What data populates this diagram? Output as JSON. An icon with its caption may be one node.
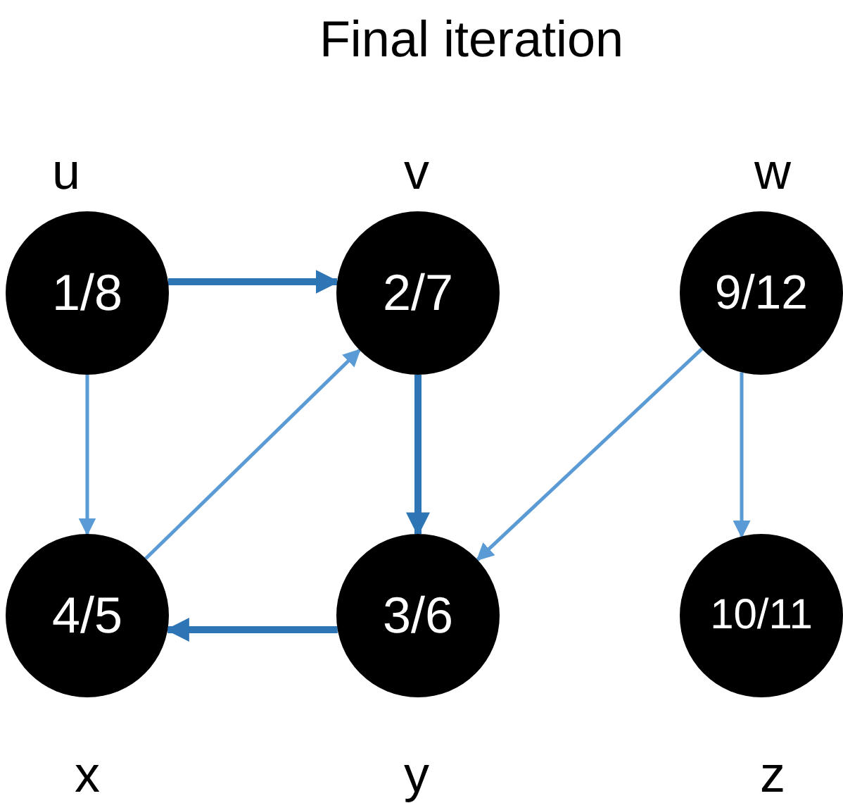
{
  "diagram": {
    "title": "Final iteration",
    "nodes": [
      {
        "text": [
          "1/8"
        ],
        "beside": [
          "u"
        ]
      },
      {
        "text": [
          "2/7"
        ],
        "beside": [
          "v"
        ]
      },
      {
        "text": [
          "9/12"
        ],
        "beside": [
          "w"
        ]
      },
      {
        "text": [
          "4/5"
        ],
        "beside": [
          "x"
        ]
      },
      {
        "text": [
          "3/6"
        ],
        "beside": [
          "y"
        ]
      },
      {
        "text": [
          "10/11"
        ],
        "beside": [
          "z"
        ]
      }
    ],
    "edges": [
      {
        "from": 0,
        "to": 1,
        "arrow": "to",
        "style": "thick",
        "color": "#2e75b6"
      },
      {
        "from": 0,
        "to": 3,
        "arrow": "to"
      },
      {
        "from": 3,
        "to": 1,
        "arrow": "to"
      },
      {
        "from": 1,
        "to": 4,
        "arrow": "to",
        "style": "thick",
        "color": "#2e75b6"
      },
      {
        "from": 4,
        "to": 3,
        "arrow": "to",
        "style": "thick",
        "color": "#2e75b6"
      },
      {
        "from": 2,
        "to": 4,
        "arrow": "to"
      },
      {
        "from": 2,
        "to": 5,
        "arrow": "to"
      }
    ]
  }
}
